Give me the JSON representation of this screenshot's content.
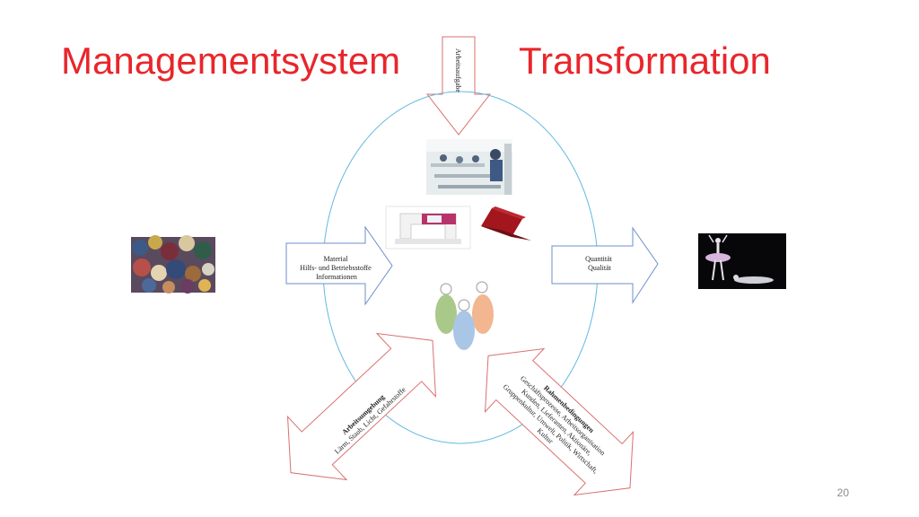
{
  "titles": {
    "left": "Managementsystem",
    "right": "Transformation"
  },
  "colors": {
    "title": "#e8262b",
    "arrow_blue": "#6d8fc9",
    "arrow_red": "#d9706f",
    "circle": "#63b8e0"
  },
  "arrows": {
    "top": {
      "label": "Arbeitsaufgabe"
    },
    "input": {
      "lines": [
        "Material",
        "Hilfs- und Betriebsstoffe",
        "Informationen"
      ]
    },
    "output": {
      "lines": [
        "Quantität",
        "Qualität"
      ]
    },
    "bottom_left": {
      "heading": "Arbeitsumgebung",
      "lines": [
        "Lärm, Staub, Licht, Gefahrstoffe"
      ]
    },
    "bottom_right": {
      "heading": "Rahmenbedingungen",
      "lines": [
        "Geschäftsprozesse, Arbeitsorganisation",
        "Kunden, Lieferanten, Aktionäre,",
        "Gruppenkultur, Umwelt, Politik, Wirtschaft,",
        "Kultur"
      ]
    }
  },
  "icons": [
    "fabric-pile-image",
    "sewing-workshop-image",
    "sewing-machine-image",
    "laptop-image",
    "people-figures-icon",
    "ballet-dancers-image"
  ],
  "page_number": "20"
}
